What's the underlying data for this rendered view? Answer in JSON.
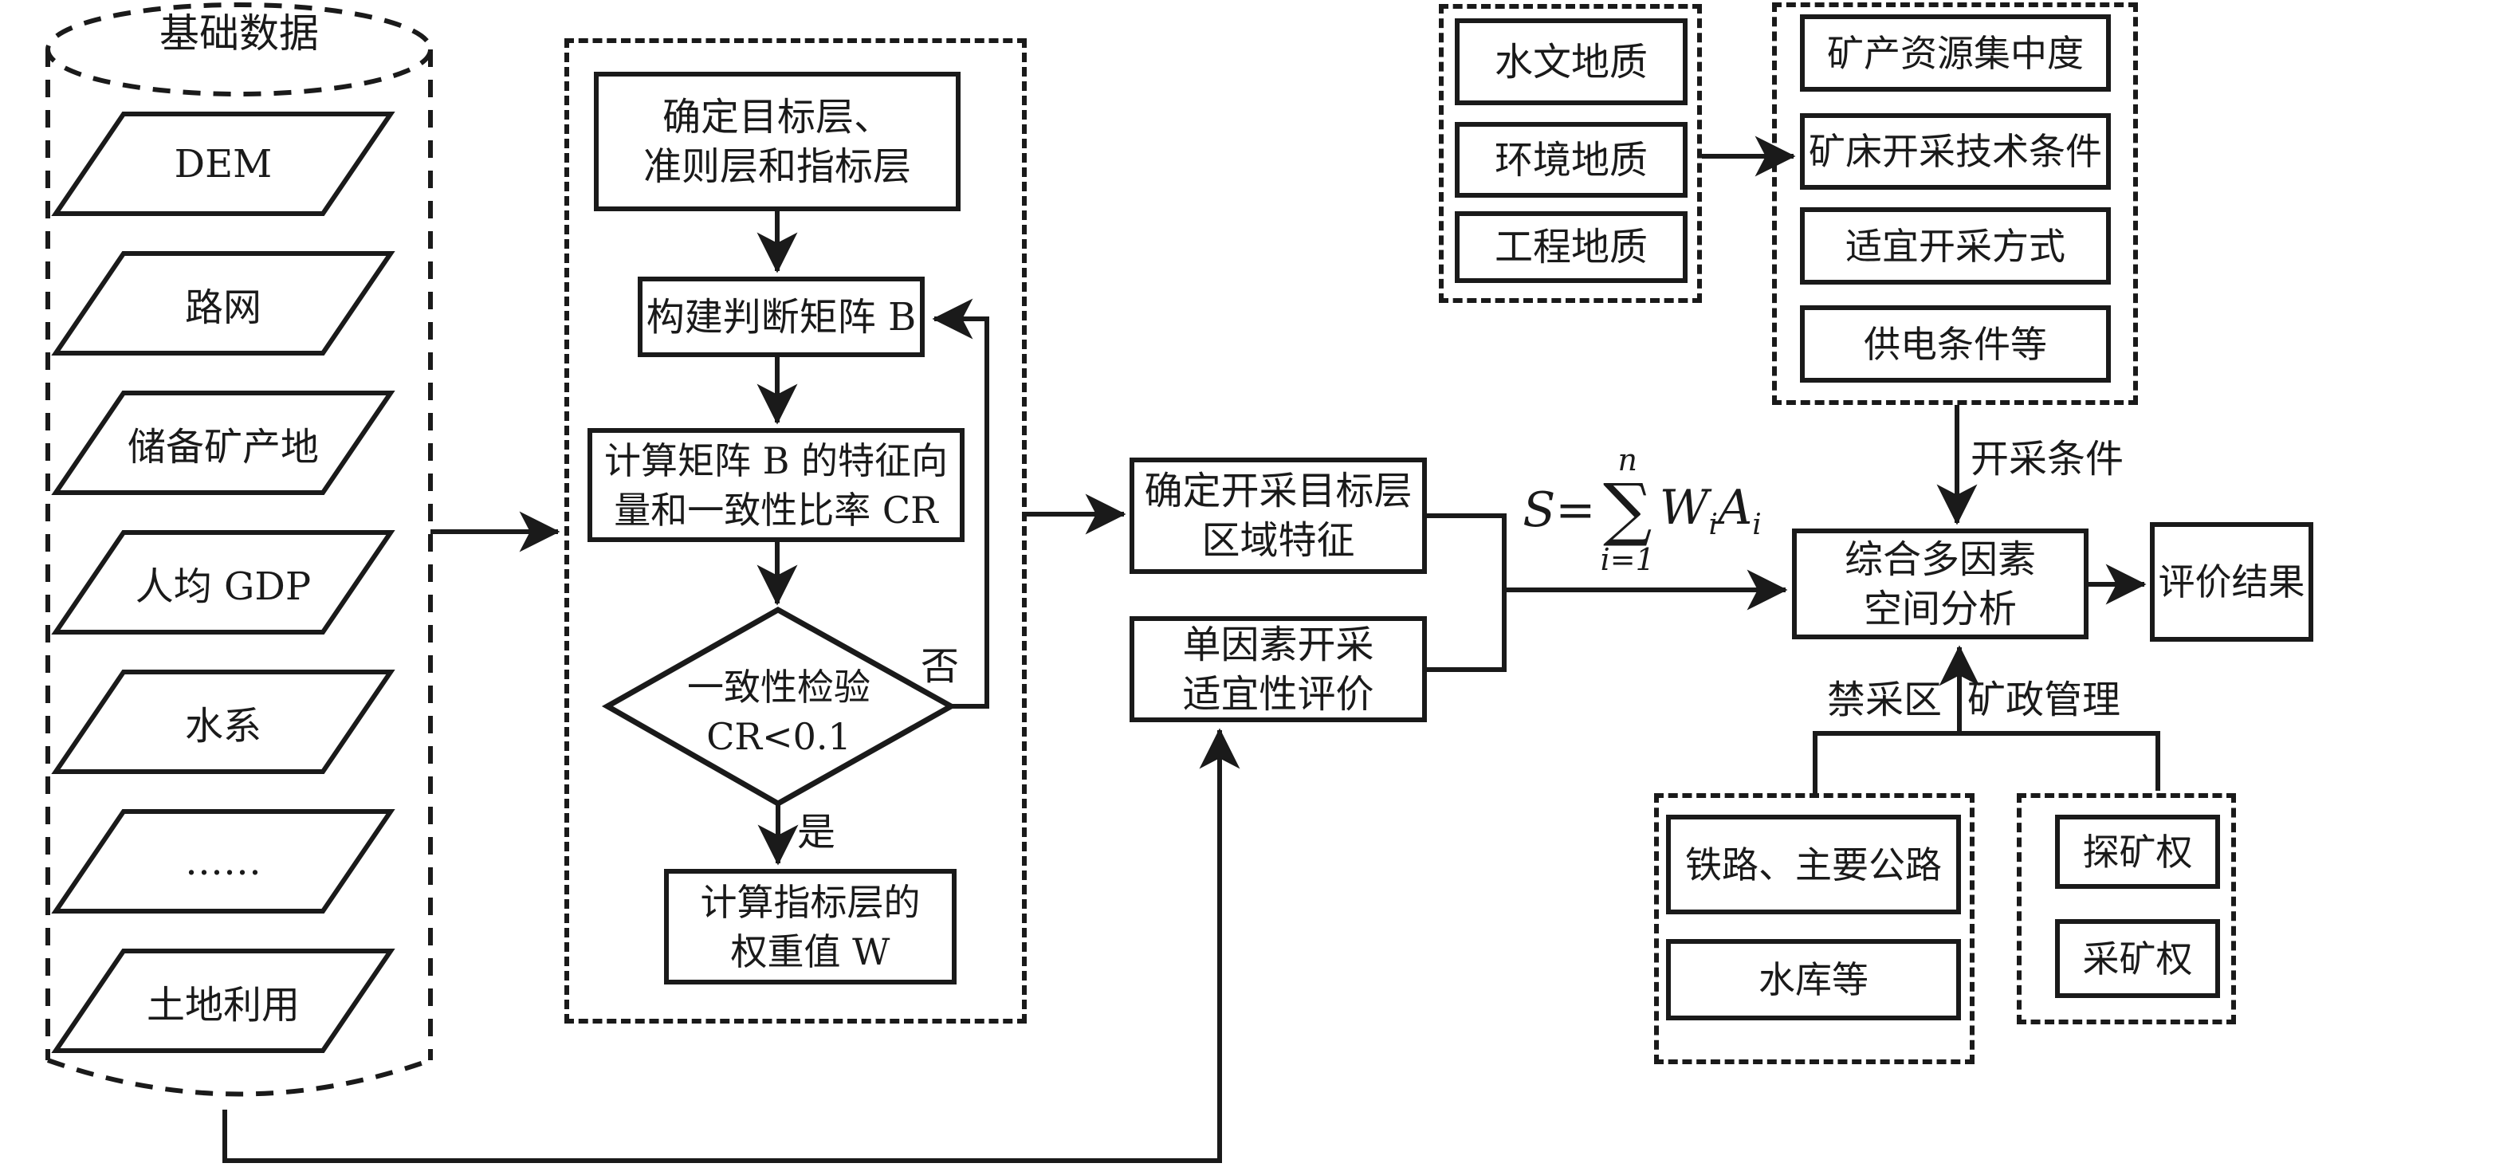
{
  "colors": {
    "ink": "#1a1a1a",
    "bg": "#ffffff"
  },
  "cylinder": {
    "title": "基础数据",
    "layers": [
      "DEM",
      "路网",
      "储备矿产地",
      "人均 GDP",
      "水系",
      "……",
      "土地利用"
    ]
  },
  "ahp": {
    "step1_line1": "确定目标层、",
    "step1_line2": "准则层和指标层",
    "step2": "构建判断矩阵 B",
    "step3_line1": "计算矩阵 B 的特征向",
    "step3_line2": "量和一致性比率 CR",
    "decision_line1": "一致性检验",
    "decision_line2": "CR<0.1",
    "no_label": "否",
    "yes_label": "是",
    "step4_line1": "计算指标层的",
    "step4_line2": "权重值 W"
  },
  "middle": {
    "target_line1": "确定开采目标层",
    "target_line2": "区域特征",
    "single_line1": "单因素开采",
    "single_line2": "适宜性评价"
  },
  "formula": {
    "lhs": "S=",
    "upper": "n",
    "sigma": "∑",
    "lower": "i=1",
    "t1": "W",
    "t1sub": "i",
    "t2": "A",
    "t2sub": "i"
  },
  "geology": {
    "items": [
      "水文地质",
      "环境地质",
      "工程地质"
    ]
  },
  "mining": {
    "items": [
      "矿产资源集中度",
      "矿床开采技术条件",
      "适宜开采方式",
      "供电条件等"
    ],
    "condition_label": "开采条件"
  },
  "analysis": {
    "synth_line1": "综合多因素",
    "synth_line2": "空间分析",
    "result": "评价结果",
    "forbidden_label": "禁采区",
    "admin_label": "矿政管理"
  },
  "restricted": {
    "items": [
      "铁路、主要公路",
      "水库等"
    ]
  },
  "rights": {
    "items": [
      "探矿权",
      "采矿权"
    ]
  }
}
